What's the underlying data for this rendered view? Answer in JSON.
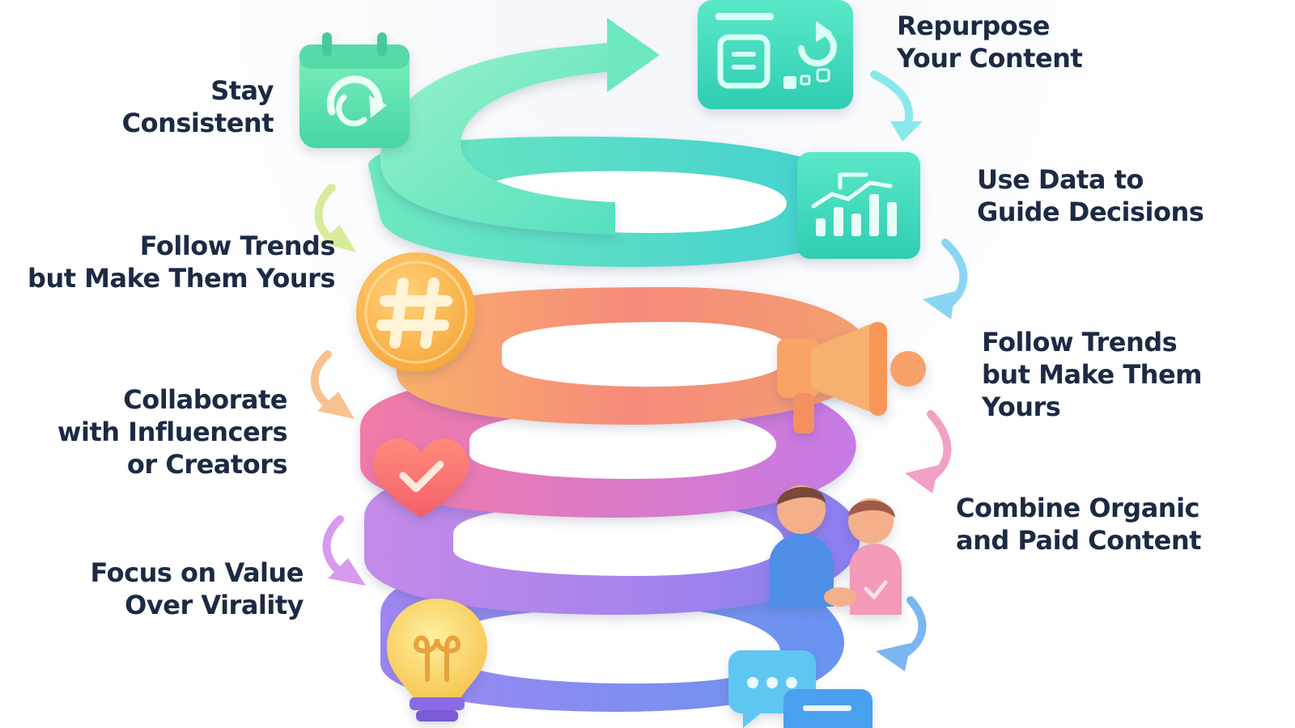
{
  "steps": [
    {
      "id": "stay-consistent",
      "lines": [
        "Stay",
        "Consistent"
      ],
      "icon": "calendar-refresh-icon",
      "color": "#4fdca6"
    },
    {
      "id": "repurpose-content",
      "lines": [
        "Repurpose",
        "Your Content"
      ],
      "icon": "content-recycle-icon",
      "color": "#3fd6b4"
    },
    {
      "id": "use-data",
      "lines": [
        "Use Data to",
        "Guide Decisions"
      ],
      "icon": "bar-chart-icon",
      "color": "#3ccfb4"
    },
    {
      "id": "follow-trends-left",
      "lines": [
        "Follow Trends",
        "but Make Them Yours"
      ],
      "icon": "hashtag-icon",
      "color": "#f8b442"
    },
    {
      "id": "follow-trends-right",
      "lines": [
        "Follow Trends",
        "but Make Them",
        "Yours"
      ],
      "icon": "megaphone-icon",
      "color": "#f89a5a"
    },
    {
      "id": "collaborate",
      "lines": [
        "Collaborate",
        "with Influencers",
        "or Creators"
      ],
      "icon": "heart-check-icon",
      "color": "#f26a6a"
    },
    {
      "id": "combine-organic-paid",
      "lines": [
        "Combine Organic",
        "and Paid Content"
      ],
      "icon": "handshake-people-icon",
      "color": "#8a78e8"
    },
    {
      "id": "focus-value",
      "lines": [
        "Focus on Value",
        "Over Virality"
      ],
      "icon": "lightbulb-icon",
      "color": "#f8d25a"
    },
    {
      "id": "engage-audience",
      "lines": [],
      "icon": "chat-bubbles-icon",
      "color": "#5aa6f2"
    }
  ],
  "colors": {
    "text": "#1c2a44",
    "green": "#5ee6b0",
    "teal": "#3fd6c0",
    "orange": "#f8a05a",
    "pink": "#f27aa0",
    "purple": "#a780f0",
    "blue": "#6a90f0"
  }
}
